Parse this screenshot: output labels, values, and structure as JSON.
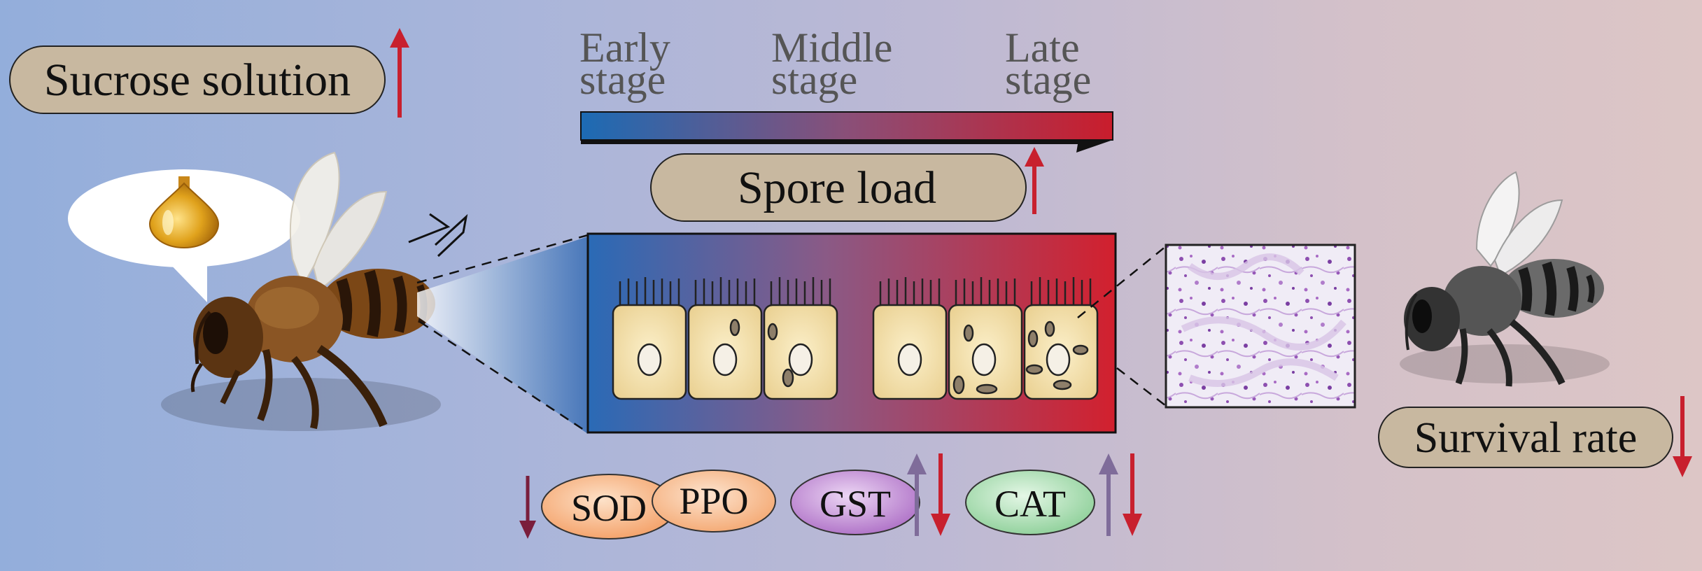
{
  "labels": {
    "sucrose": "Sucrose solution",
    "early_1": "Early",
    "early_2": "stage",
    "middle_1": "Middle",
    "middle_2": "stage",
    "late_1": "Late",
    "late_2": "stage",
    "spore_load": "Spore load",
    "survival": "Survival rate",
    "sod": "SOD",
    "ppo": "PPO",
    "gst": "GST",
    "cat": "CAT"
  },
  "colors": {
    "label_fill": "#c8b8a0",
    "arrow_red": "#c8202e",
    "arrow_purple": "#7f6c9a",
    "arrow_darkred": "#7a1e3c",
    "gradient_blue": "#1c6bb4",
    "gradient_red": "#c91d2c",
    "cell_fill": "#f1dca7",
    "sod_fill": "#f5a26c",
    "ppo_fill": "#f6b684",
    "gst_fill": "#b77ccd",
    "cat_fill": "#9bd6a4"
  },
  "icons": [
    "honey-drop-icon",
    "bee-healthy-icon",
    "bee-infected-icon",
    "tissue-micrograph-icon",
    "lightning-icon"
  ]
}
